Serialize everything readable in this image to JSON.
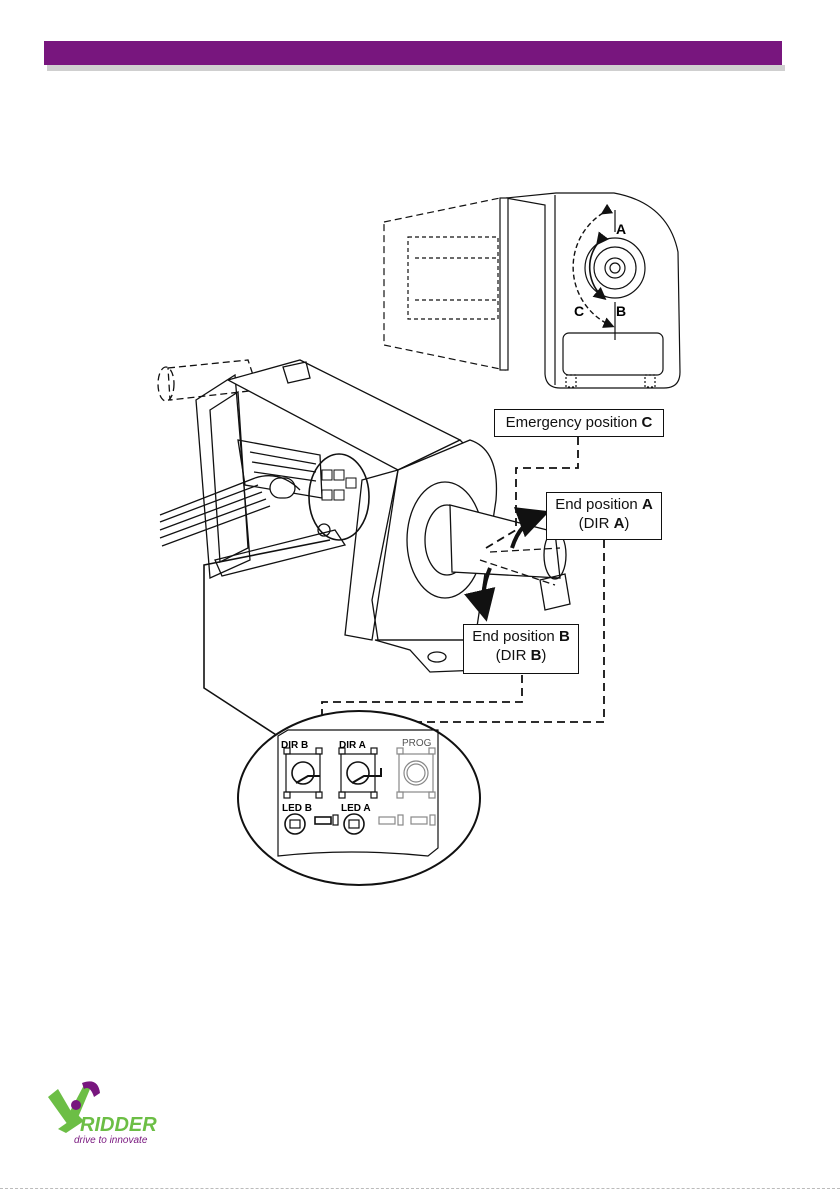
{
  "colors": {
    "header": "#78167e",
    "brand_green": "#6cbe45",
    "brand_purple": "#78167e"
  },
  "callouts": {
    "emergency": {
      "text": "Emergency position ",
      "letter": "C"
    },
    "end_a": {
      "line1": "End position ",
      "letter1": "A",
      "line2_pre": "(DIR ",
      "letter2": "A",
      "line2_post": ")"
    },
    "end_b": {
      "line1": "End position ",
      "letter1": "B",
      "line2_pre": "(DIR ",
      "letter2": "B",
      "line2_post": ")"
    }
  },
  "side_view": {
    "label_a": "A",
    "label_b": "B",
    "label_c": "C"
  },
  "pcb": {
    "dir_b": "DIR B",
    "dir_a": "DIR A",
    "prog": "PROG",
    "led_b": "LED B",
    "led_a": "LED A"
  },
  "logo": {
    "name": "RIDDER",
    "tagline": "drive to innovate",
    "icon": "ridder-figure-logo"
  }
}
